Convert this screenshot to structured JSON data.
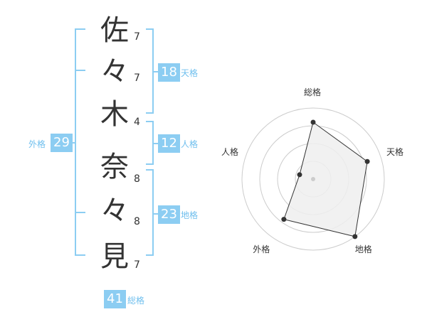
{
  "name": {
    "characters": [
      {
        "char": "佐",
        "strokes": "7"
      },
      {
        "char": "々",
        "strokes": "7"
      },
      {
        "char": "木",
        "strokes": "4"
      },
      {
        "char": "奈",
        "strokes": "8"
      },
      {
        "char": "々",
        "strokes": "8"
      },
      {
        "char": "見",
        "strokes": "7"
      }
    ]
  },
  "scores": {
    "tenkaku": {
      "value": "18",
      "label": "天格"
    },
    "jinkaku": {
      "value": "12",
      "label": "人格"
    },
    "chikaku": {
      "value": "23",
      "label": "地格"
    },
    "gaikaku": {
      "value": "29",
      "label": "外格"
    },
    "soukaku": {
      "value": "41",
      "label": "総格"
    }
  },
  "chart_data": {
    "type": "radar",
    "axes": [
      "総格",
      "天格",
      "地格",
      "外格",
      "人格"
    ],
    "values": [
      0.8,
      0.8,
      1.0,
      0.7,
      0.2
    ],
    "range": [
      0,
      1
    ],
    "rings": 4,
    "colors": {
      "fill": "#efefef",
      "line": "#333333",
      "point": "#333333",
      "grid": "#cccccc"
    }
  }
}
